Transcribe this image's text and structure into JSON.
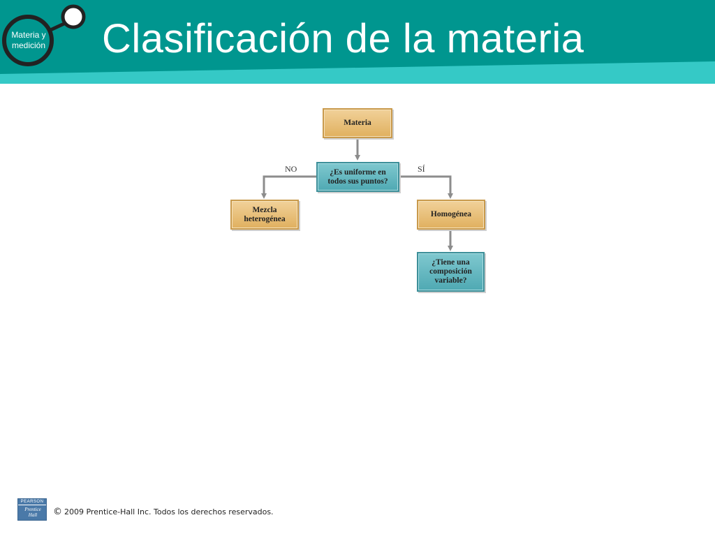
{
  "header": {
    "title": "Clasificación de la materia",
    "badge_lines": [
      "Materia y",
      "medición"
    ]
  },
  "diagram": {
    "nodes": {
      "materia": [
        "Materia"
      ],
      "uniforme": [
        "¿Es uniforme en",
        "todos sus puntos?"
      ],
      "heterogenea": [
        "Mezcla",
        "heterogénea"
      ],
      "homogenea": [
        "Homogénea"
      ],
      "composicion": [
        "¿Tiene una",
        "composición",
        "variable?"
      ]
    },
    "edge_labels": {
      "no": "NO",
      "si": "SÍ"
    }
  },
  "footer": {
    "logo": {
      "top": "PEARSON",
      "bottom_lines": [
        "Prentice",
        "Hall"
      ]
    },
    "copyright_symbol": "©",
    "copyright_text": "2009 Prentice-Hall Inc.  Todos los derechos reservados."
  },
  "colors": {
    "header_teal": "#00968f",
    "header_light_teal": "#35c9c6",
    "box_tan": "#e9c27e",
    "box_blue": "#62b6bf",
    "connector": "#8c8c8c"
  }
}
